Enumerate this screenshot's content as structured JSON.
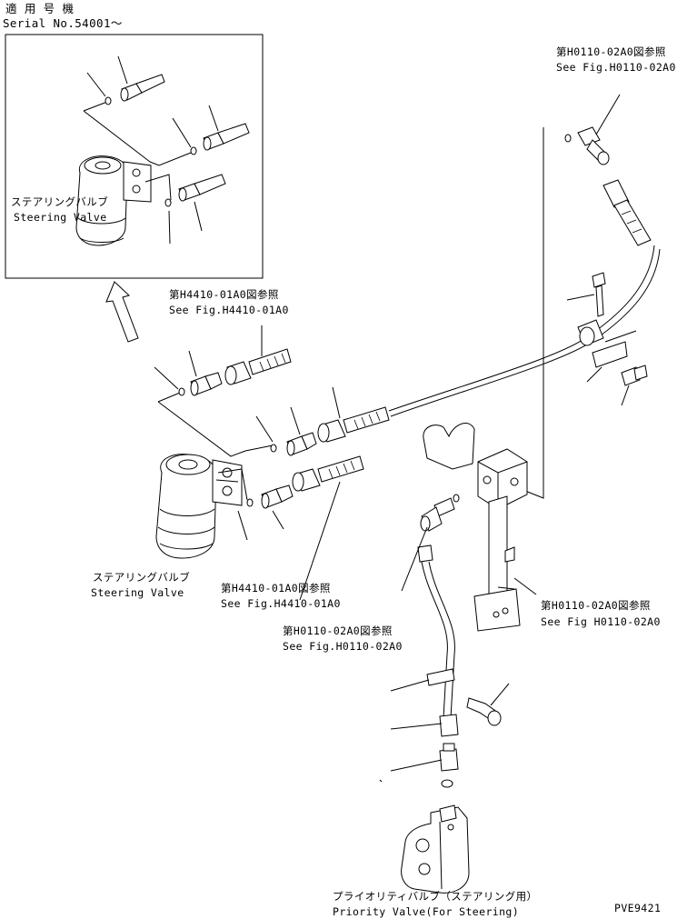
{
  "applicable": {
    "title": "適 用 号 機",
    "serial": "Serial No.54001～"
  },
  "inset": {
    "steering_valve_jp": "ステアリングバルブ",
    "steering_valve_en": "Steering Valve"
  },
  "refs": {
    "top_right_jp": "第H0110-02A0図参照",
    "top_right_en": "See Fig.H0110-02A0",
    "h4410_top_jp": "第H4410-01A0図参照",
    "h4410_top_en": "See Fig.H4410-01A0",
    "h4410_mid_jp": "第H4410-01A0図参照",
    "h4410_mid_en": "See Fig.H4410-01A0",
    "h0110_center_jp": "第H0110-02A0図参照",
    "h0110_center_en": "See Fig.H0110-02A0",
    "h0110_right_jp": "第H0110-02A0図参照",
    "h0110_right_en": "See Fig H0110-02A0"
  },
  "main": {
    "steering_valve_jp": "ステアリングバルブ",
    "steering_valve_en": "Steering Valve",
    "priority_valve_jp": "プライオリティバルブ（ステアリング用）",
    "priority_valve_en": "Priority Valve(For Steering)"
  },
  "drawing_code": "PVE9421"
}
